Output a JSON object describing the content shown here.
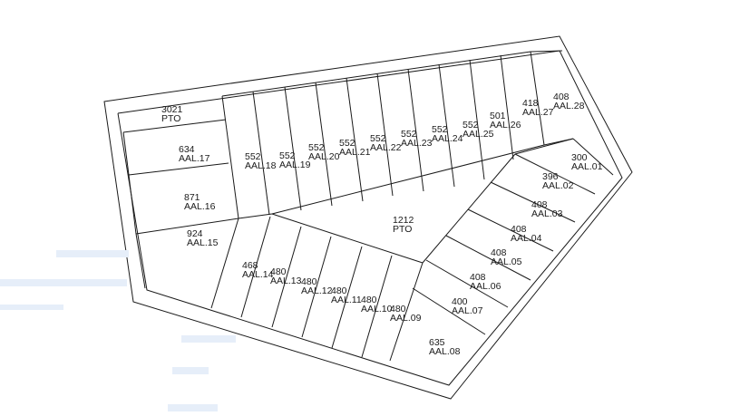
{
  "parcels": [
    {
      "id": "pto-a",
      "area": "3021",
      "code": "PTO"
    },
    {
      "id": "aal-17",
      "area": "634",
      "code": "AAL.17"
    },
    {
      "id": "aal-16",
      "area": "871",
      "code": "AAL.16"
    },
    {
      "id": "aal-15",
      "area": "924",
      "code": "AAL.15"
    },
    {
      "id": "aal-18",
      "area": "552",
      "code": "AAL.18"
    },
    {
      "id": "aal-19",
      "area": "552",
      "code": "AAL.19"
    },
    {
      "id": "aal-20",
      "area": "552",
      "code": "AAL.20"
    },
    {
      "id": "aal-21",
      "area": "552",
      "code": "AAL.21"
    },
    {
      "id": "aal-22",
      "area": "552",
      "code": "AAL.22"
    },
    {
      "id": "aal-23",
      "area": "552",
      "code": "AAL.23"
    },
    {
      "id": "aal-24",
      "area": "552",
      "code": "AAL.24"
    },
    {
      "id": "aal-25",
      "area": "552",
      "code": "AAL.25"
    },
    {
      "id": "aal-26",
      "area": "501",
      "code": "AAL.26"
    },
    {
      "id": "aal-27",
      "area": "418",
      "code": "AAL.27"
    },
    {
      "id": "aal-28",
      "area": "408",
      "code": "AAL.28"
    },
    {
      "id": "aal-01",
      "area": "300",
      "code": "AAL.01"
    },
    {
      "id": "aal-02",
      "area": "396",
      "code": "AAL.02"
    },
    {
      "id": "aal-03",
      "area": "408",
      "code": "AAL.03"
    },
    {
      "id": "aal-04",
      "area": "408",
      "code": "AAL.04"
    },
    {
      "id": "aal-05",
      "area": "408",
      "code": "AAL.05"
    },
    {
      "id": "aal-06",
      "area": "408",
      "code": "AAL.06"
    },
    {
      "id": "aal-07",
      "area": "400",
      "code": "AAL.07"
    },
    {
      "id": "aal-08",
      "area": "635",
      "code": "AAL.08"
    },
    {
      "id": "aal-09",
      "area": "480",
      "code": "AAL.09"
    },
    {
      "id": "aal-10",
      "area": "480",
      "code": "AAL.10"
    },
    {
      "id": "aal-11",
      "area": "480",
      "code": "AAL.11"
    },
    {
      "id": "aal-12",
      "area": "480",
      "code": "AAL.12"
    },
    {
      "id": "aal-13",
      "area": "480",
      "code": "AAL.13"
    },
    {
      "id": "aal-14",
      "area": "468",
      "code": "AAL.14"
    },
    {
      "id": "pto-b",
      "area": "1212",
      "code": "PTO"
    }
  ],
  "colors": {
    "line": "#1a1a1a",
    "background": "#ffffff",
    "ghost": "#cfe0f5"
  }
}
